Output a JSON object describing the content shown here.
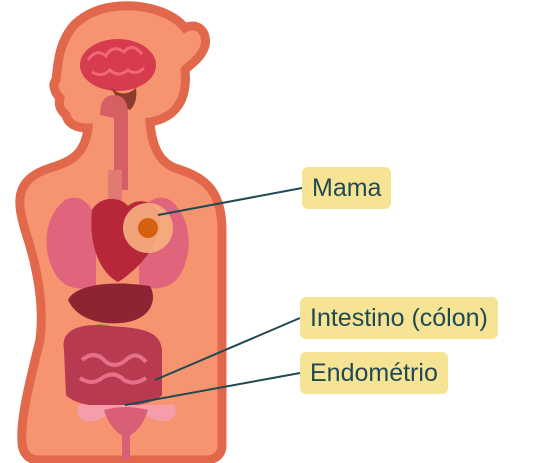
{
  "labels": {
    "mama": "Mama",
    "intestino": "Intestino (cólon)",
    "endometrio": "Endométrio"
  },
  "colors": {
    "label_background": "#f6e394",
    "label_text": "#1f4a54",
    "leader_line": "#1f4a54",
    "body_outline": "#e2684c",
    "body_fill": "#f79470",
    "tumor_marker": "#d5600f"
  }
}
